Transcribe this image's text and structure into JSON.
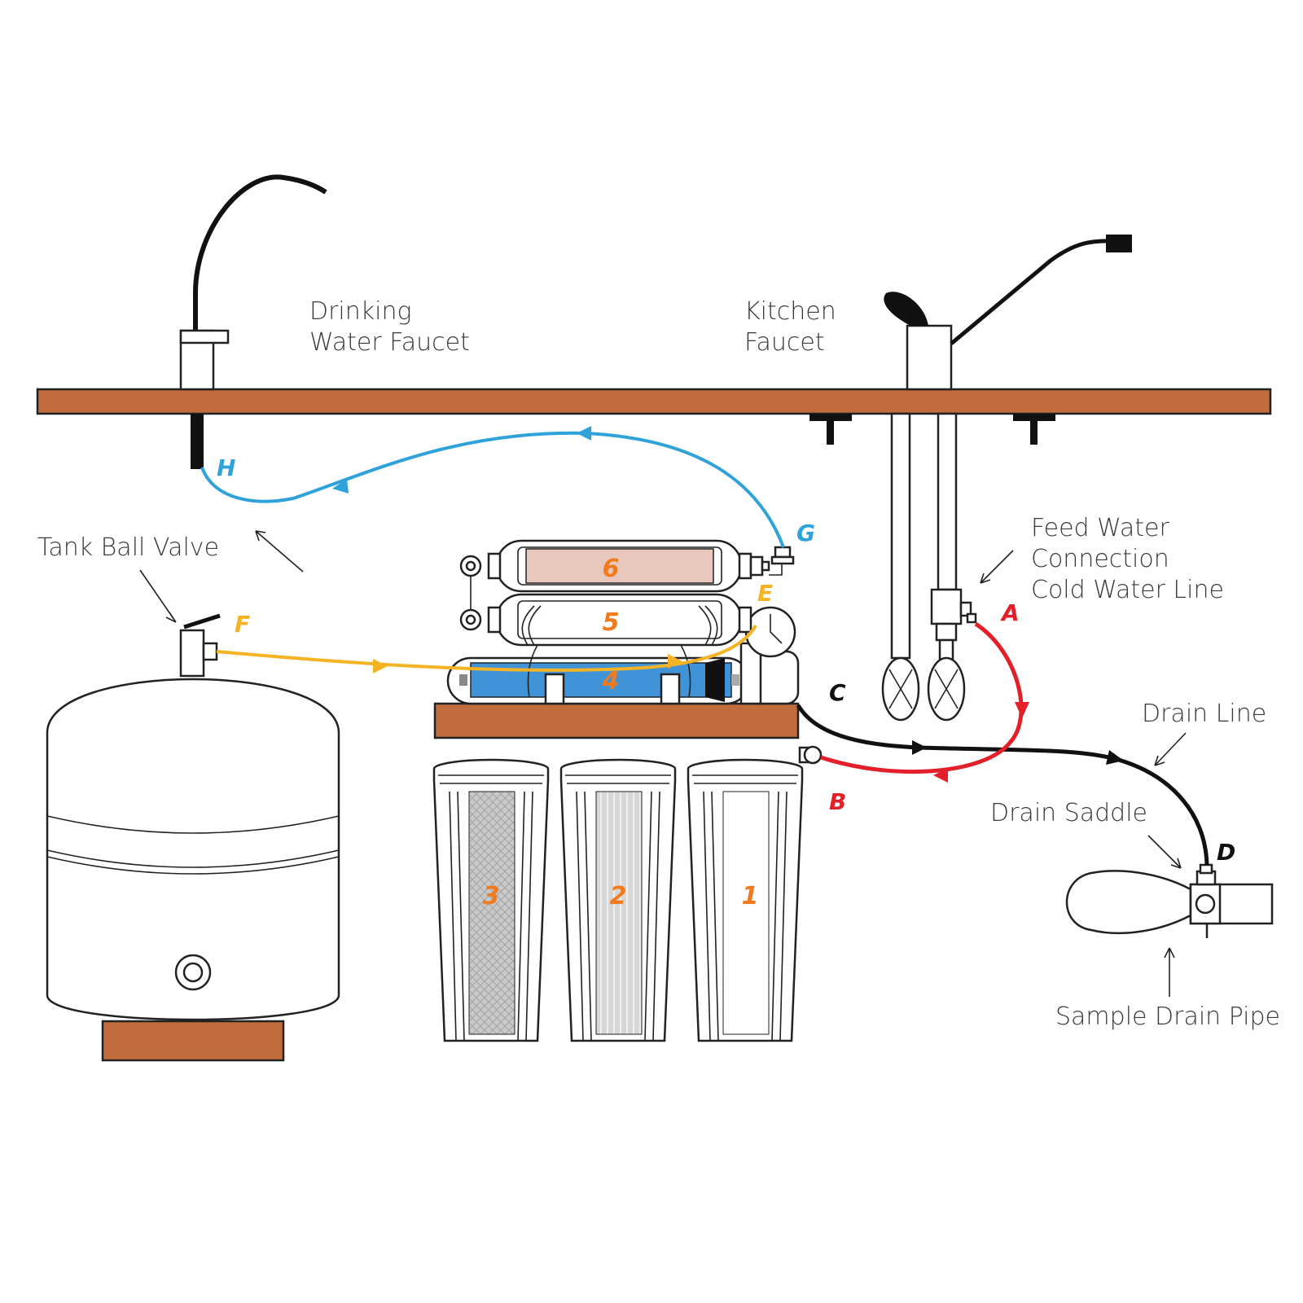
{
  "labels": {
    "drinking_faucet_line1": "Drinking",
    "drinking_faucet_line2": "Water Faucet",
    "kitchen_faucet_line1": "Kitchen",
    "kitchen_faucet_line2": "Faucet",
    "tank_ball_valve": "Tank Ball Valve",
    "feed_water_line1": "Feed Water",
    "feed_water_line2": "Connection",
    "feed_water_line3": "Cold Water Line",
    "drain_line": "Drain Line",
    "drain_saddle": "Drain Saddle",
    "sample_drain_pipe": "Sample Drain Pipe"
  },
  "points": {
    "A": "A",
    "B": "B",
    "C": "C",
    "D": "D",
    "E": "E",
    "F": "F",
    "G": "G",
    "H": "H"
  },
  "filters": {
    "stage1": "1",
    "stage2": "2",
    "stage3": "3",
    "stage4": "4",
    "stage5": "5",
    "stage6": "6"
  },
  "colors": {
    "wood": "#c06c3c",
    "feed_line_red": "#e3202a",
    "drain_line_black": "#111111",
    "permeate_line_yellow": "#f4b324",
    "product_line_blue": "#2fa3d9",
    "stage_number_orange": "#f07a1e",
    "membrane_blue": "#3f93d6",
    "postfilter_tint": "#e8c8bc"
  }
}
